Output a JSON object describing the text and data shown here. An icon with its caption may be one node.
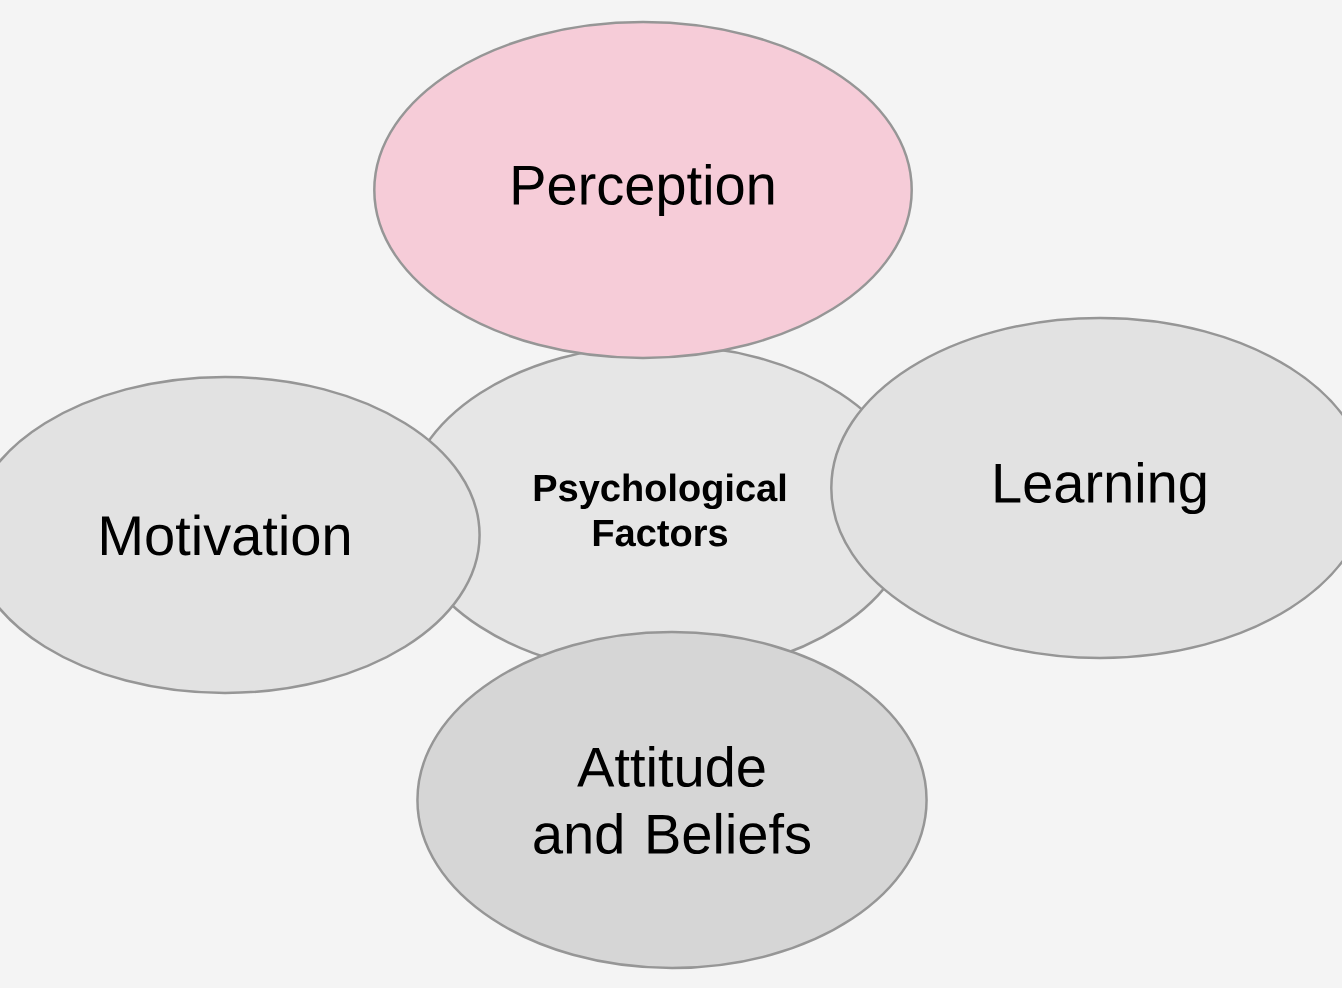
{
  "diagram": {
    "nodes": [
      {
        "text": [
          "Perception"
        ]
      },
      {
        "text": [
          "Motivation"
        ]
      },
      {
        "text": [
          "Psychological Factors"
        ]
      },
      {
        "text": [
          "Learning"
        ]
      },
      {
        "text": [
          "Attitude and Beliefs"
        ]
      }
    ]
  }
}
